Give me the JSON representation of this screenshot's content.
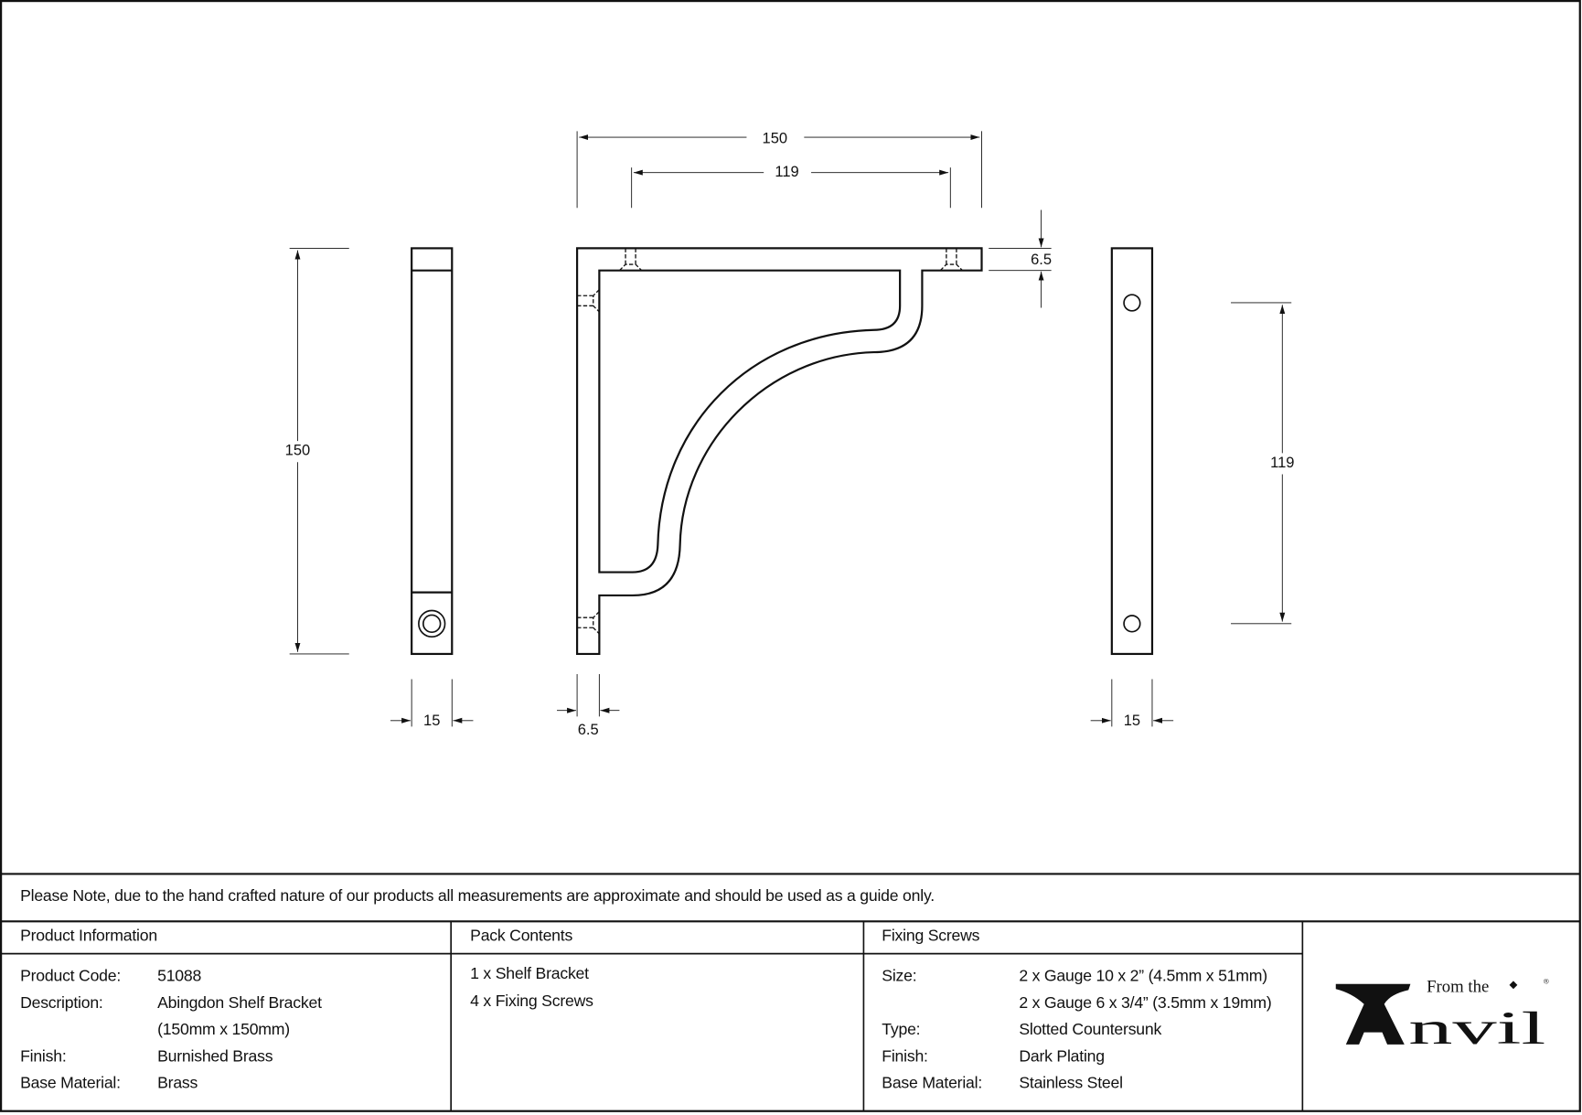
{
  "dimensions": {
    "side_height": "150",
    "side_width": "15",
    "top_overall": "150",
    "top_holes": "119",
    "thickness_top": "6.5",
    "thickness_bottom": "6.5",
    "back_holes": "119",
    "back_width": "15"
  },
  "note": "Please Note, due to the hand crafted nature of our products all measurements are approximate and should be used as a guide only.",
  "product_info": {
    "heading": "Product Information",
    "rows": [
      {
        "label": "Product Code:",
        "value": "51088"
      },
      {
        "label": "Description:",
        "value": "Abingdon Shelf Bracket"
      },
      {
        "label": "",
        "value": "(150mm x 150mm)"
      },
      {
        "label": "Finish:",
        "value": "Burnished Brass"
      },
      {
        "label": "Base Material:",
        "value": "Brass"
      }
    ]
  },
  "pack_contents": {
    "heading": "Pack Contents",
    "items": [
      "1 x Shelf Bracket",
      "4 x Fixing Screws"
    ]
  },
  "fixing_screws": {
    "heading": "Fixing Screws",
    "rows": [
      {
        "label": "Size:",
        "value": "2 x Gauge 10 x 2” (4.5mm x 51mm)"
      },
      {
        "label": "",
        "value": "2 x Gauge 6 x 3/4” (3.5mm x 19mm)"
      },
      {
        "label": "Type:",
        "value": "Slotted Countersunk"
      },
      {
        "label": "Finish:",
        "value": "Dark Plating"
      },
      {
        "label": "Base Material:",
        "value": "Stainless Steel"
      }
    ]
  },
  "logo": {
    "small": "From the",
    "big": "nvil"
  }
}
